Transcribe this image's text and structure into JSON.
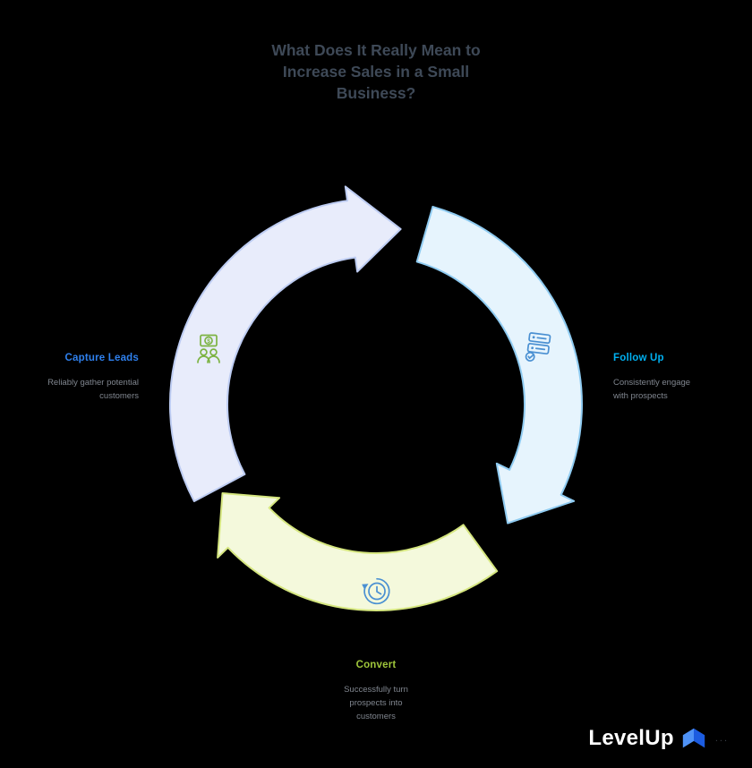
{
  "title": {
    "line1": "What Does It Really Mean to",
    "line2": "Increase Sales in a Small",
    "line3": "Business?",
    "color": "#3e4957"
  },
  "diagram": {
    "arcs": [
      {
        "name": "capture-to-followup-arrow",
        "fill": "#e8ecfb",
        "stroke": "#bdccf2"
      },
      {
        "name": "followup-to-convert-arrow",
        "fill": "#e6f4fd",
        "stroke": "#8fcbf1"
      },
      {
        "name": "convert-to-capture-arrow",
        "fill": "#f4f9dc",
        "stroke": "#d5e67f"
      }
    ]
  },
  "steps": [
    {
      "label": "Capture Leads",
      "description": "Reliably gather potential customers",
      "label_color": "#2f80ed",
      "icon": "leads-dollar-people-icon",
      "icon_color": "#7cb342",
      "icon_glyph": "$"
    },
    {
      "label": "Follow Up",
      "description": "Consistently engage with prospects",
      "label_color": "#00b0f0",
      "icon": "checklist-icon",
      "icon_color": "#4a90d2"
    },
    {
      "label": "Convert",
      "description": "Successfully turn prospects into customers",
      "label_color": "#9fc63b",
      "icon": "history-clock-icon",
      "icon_color": "#4a90d2"
    }
  ],
  "footer": {
    "logo_text": "LevelUp",
    "logo_text_color": "#ffffff",
    "logo_icon_light": "#4f93f7",
    "logo_icon_dark": "#1c5ce0",
    "trailing_dots": "..."
  },
  "background_color": "#000000",
  "description_color": "#80868f"
}
